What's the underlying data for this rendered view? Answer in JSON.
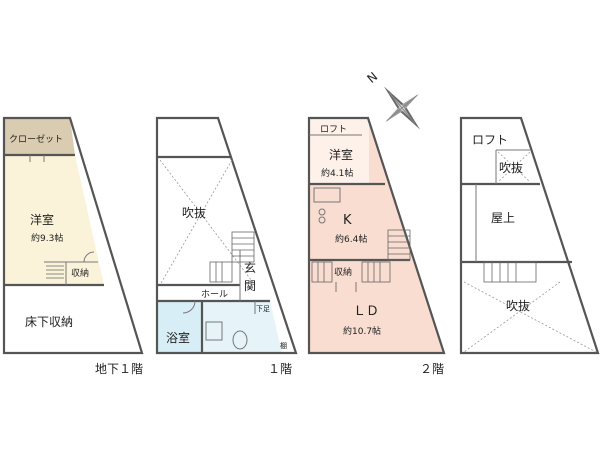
{
  "compass": {
    "north": "N"
  },
  "floors": {
    "basement": {
      "label": "地下１階",
      "rooms": {
        "closet": "クローゼット",
        "western": "洋室",
        "western_size": "約9.3帖",
        "storage": "収納",
        "underfloor": "床下収納"
      }
    },
    "first": {
      "label": "１階",
      "rooms": {
        "void": "吹抜",
        "hall": "ホール",
        "entrance": "玄関",
        "bath": "浴室",
        "shoe_box": "下足",
        "shelf": "棚"
      }
    },
    "second": {
      "label": "２階",
      "rooms": {
        "loft": "ロフト",
        "western": "洋室",
        "western_size": "約4.1帖",
        "kitchen": "K",
        "kitchen_size": "約6.4帖",
        "storage": "収納",
        "ld": "ＬＤ",
        "ld_size": "約10.7帖"
      }
    },
    "third": {
      "rooms": {
        "loft": "ロフト",
        "void_small": "吹抜",
        "rooftop": "屋上",
        "void": "吹抜"
      }
    }
  },
  "colors": {
    "closet": "#d9ccb0",
    "western_basement": "#fbf3d9",
    "bath": "#d8eef6",
    "wet": "#e6f3f8",
    "second_floor": "#f8ddd0"
  }
}
